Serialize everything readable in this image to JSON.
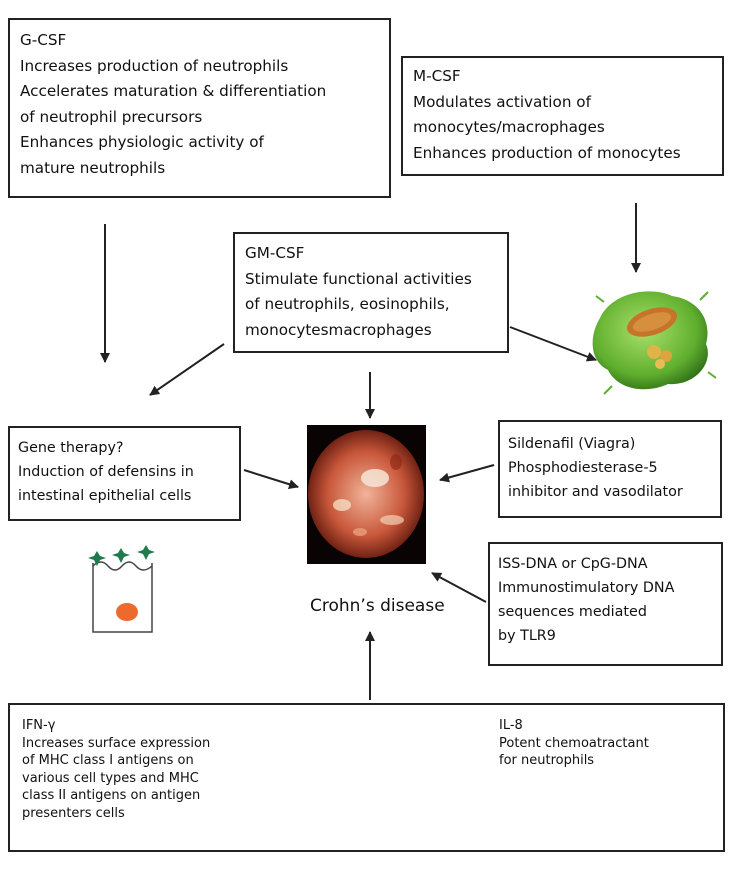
{
  "gcsf": {
    "title": "G-CSF",
    "lines": [
      "Increases production of neutrophils",
      "Accelerates maturation & differentiation",
      "of neutrophil precursors",
      "Enhances physiologic activity of",
      "mature neutrophils"
    ]
  },
  "mcsf": {
    "title": "M-CSF",
    "lines": [
      "Modulates activation of",
      "monocytes/macrophages",
      "Enhances production of monocytes"
    ]
  },
  "gmcsf": {
    "title": "GM-CSF",
    "lines": [
      "Stimulate functional activities",
      "of neutrophils, eosinophils,",
      "monocytesmacrophages"
    ]
  },
  "gene": {
    "title": "Gene therapy?",
    "lines": [
      "Induction of defensins in",
      "intestinal epithelial cells"
    ]
  },
  "sildenafil": {
    "title": "Sildenafil (Viagra)",
    "lines": [
      "Phosphodiesterase-5",
      "inhibitor and vasodilator"
    ]
  },
  "issdna": {
    "title": "ISS-DNA or CpG-DNA",
    "lines": [
      "Immunostimulatory DNA",
      "sequences mediated",
      "by TLR9"
    ]
  },
  "ifn": {
    "title": "IFN-γ",
    "lines": [
      "Increases surface expression",
      "of MHC class I  antigens on",
      "various cell types and MHC",
      "class II antigens on antigen",
      "presenters cells"
    ]
  },
  "il8": {
    "title": "IL-8",
    "lines": [
      "Potent chemoatractant",
      "for neutrophils"
    ]
  },
  "center": {
    "caption": "Crohn’s disease"
  },
  "colors": {
    "line": "#222222",
    "macrophage_green": "#6fbf3a",
    "epithelial_star": "#1f7a4d",
    "cell_nucleus": "#ee6a2c",
    "antibody": "#f3c98a",
    "endoscopy_red": "#c8573a"
  }
}
